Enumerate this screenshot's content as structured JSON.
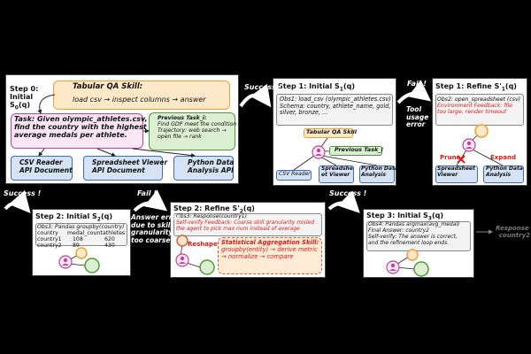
{
  "step0": {
    "label_l1": "Step 0:",
    "label_l2": "Initial",
    "label_l3": "S",
    "label_l3b": "0",
    "label_l3c": "(q)",
    "skill_title": "Tabular QA Skill:",
    "skill_body": "load csv → inspect columns → answer",
    "task_l1": "Task: Given olympic_athletes.csv,",
    "task_l2": "find the country with the highest",
    "task_l3": "average medals per athlete.",
    "prev_title": "Previous Task_i:",
    "prev_l1": "Find GDP meet the condition",
    "prev_l2": "Trajectory: web search →",
    "prev_l3": "open file → rank",
    "res1_l1": "CSV Reader",
    "res1_l2": "API Document",
    "res2_l1": "Spreadsheet Viewer",
    "res2_l2": "API Document",
    "res3_l1": "Python Data",
    "res3_l2": "Analysis API",
    "success": "Success !"
  },
  "step1": {
    "title": "Step 1: Initial S",
    "sub": "1",
    "title_tail": "(q)",
    "obs_l1": "Obs1:  load_csv (olympic_athletes.csv)",
    "obs_l2": "Schema: country, athlete_name, gold,",
    "obs_l3": "silver, bronze, ...",
    "skill": "Tabular QA Skill",
    "prev": "Previous Task_i",
    "csv": "CSV Reader",
    "ss_l1": "Spreadshe",
    "ss_l2": "et Viewer",
    "py_l1": "Python Data",
    "py_l2": "Analysis",
    "fail": "Fail !",
    "tool_l1": "Tool",
    "tool_l2": "usage",
    "tool_l3": "error"
  },
  "step1r": {
    "title": "Step 1: Refine S'",
    "sub": "1",
    "title_tail": "(q)",
    "obs_l1": "Obs2:  open_spreadsheet (csv)",
    "obs_l2": "Environment Feedback: file",
    "obs_l3": "too large, render timeout",
    "prune": "Prune",
    "expand": "Expand",
    "ss_l1": "Spreadsheet",
    "ss_l2": "Viewer",
    "py_l1": "Python Data",
    "py_l2": "Analysis"
  },
  "step2": {
    "success": "Success !",
    "title": "Step 2: Initial S",
    "sub": "2",
    "title_tail": "(q)",
    "obs_l1": "Obs3:  Pandas groupby(country)",
    "table_header": [
      "country",
      "medal_count",
      "athletes"
    ],
    "table_rows": [
      [
        "country1",
        "108",
        "620"
      ],
      [
        "country2",
        "89",
        "430"
      ]
    ],
    "fail": "Fail !",
    "err_l1": "Answer error",
    "err_l2": "due to skill",
    "err_l3": "granularity",
    "err_l4": "too coarse"
  },
  "step2r": {
    "title": "Step 2: Refine S'",
    "sub": "2",
    "title_tail": "(q)",
    "obs_l1": "Obs3:  Response(country1)",
    "fb_l1": "Self-verify Feedback: Coarse skill granularity misled",
    "fb_l2": "the agent to pick max num instead of average",
    "reshape": "Reshape",
    "agg_title": "Statistical Aggregation Skill:",
    "agg_l1": "groupby(entity) → derive metric",
    "agg_l2": "→ normalize → compare",
    "success": "Success !"
  },
  "step3": {
    "title": "Step 3: Initial S",
    "sub": "3",
    "title_tail": "(q)",
    "obs_l1": "Obs4:  Pandas argmax(avg_medal)",
    "obs_l2": "Final Answer: country2",
    "obs_l3": "Self-verify: The answer is correct,",
    "obs_l4": "and the refinement loop ends.",
    "resp_l1": "Response :",
    "resp_l2": "country2"
  },
  "colors": {
    "skill_fill": "#fde9c8",
    "skill_border": "#f0a030",
    "task_fill": "#fbe6f4",
    "task_border": "#c0449a",
    "prev_fill": "#dcefd2",
    "prev_border": "#4e9a3a",
    "api_fill": "#d5e3f5",
    "api_border": "#3e6db0",
    "feedback_red": "#d81b1b",
    "agg_fill": "#fdebd6",
    "agg_border": "#e05a3a"
  }
}
